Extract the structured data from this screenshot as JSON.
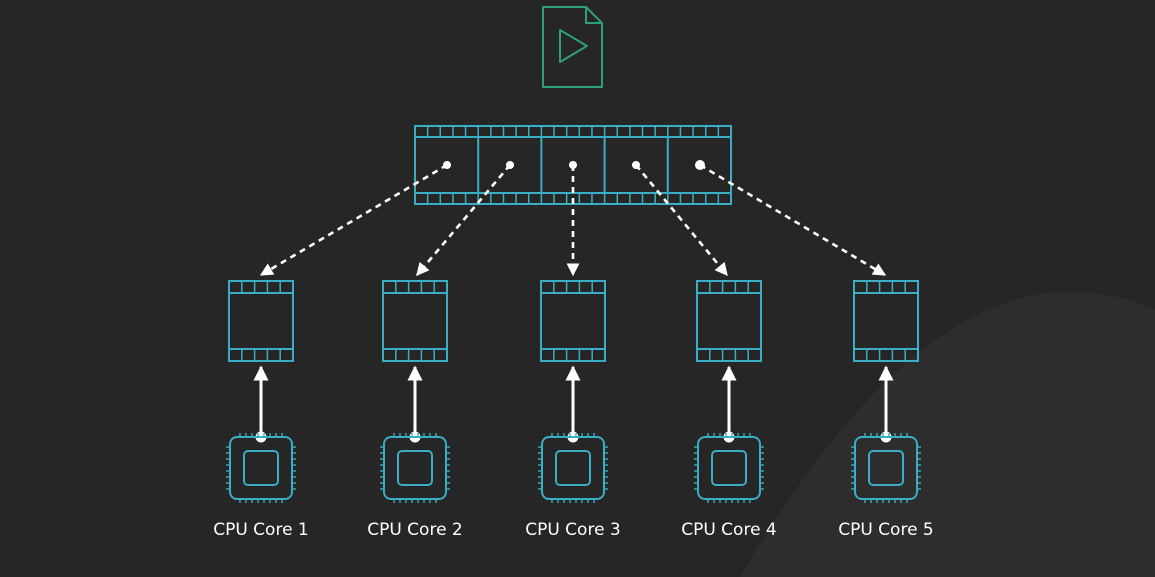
{
  "colors": {
    "background": "#262626",
    "background_shape": "#2d2d2d",
    "accent": "#3aaec4",
    "file_icon": "#2f9e7c",
    "arrow": "#ffffff",
    "label": "#ffffff"
  },
  "icons": {
    "video_file": "video-file-play-icon",
    "film_strip": "film-strip-icon",
    "frame": "film-frame-icon",
    "cpu": "cpu-chip-icon"
  },
  "film_strip": {
    "frame_count": 5
  },
  "cores": [
    {
      "label": "CPU Core 1"
    },
    {
      "label": "CPU Core 2"
    },
    {
      "label": "CPU Core 3"
    },
    {
      "label": "CPU Core 4"
    },
    {
      "label": "CPU Core 5"
    }
  ]
}
